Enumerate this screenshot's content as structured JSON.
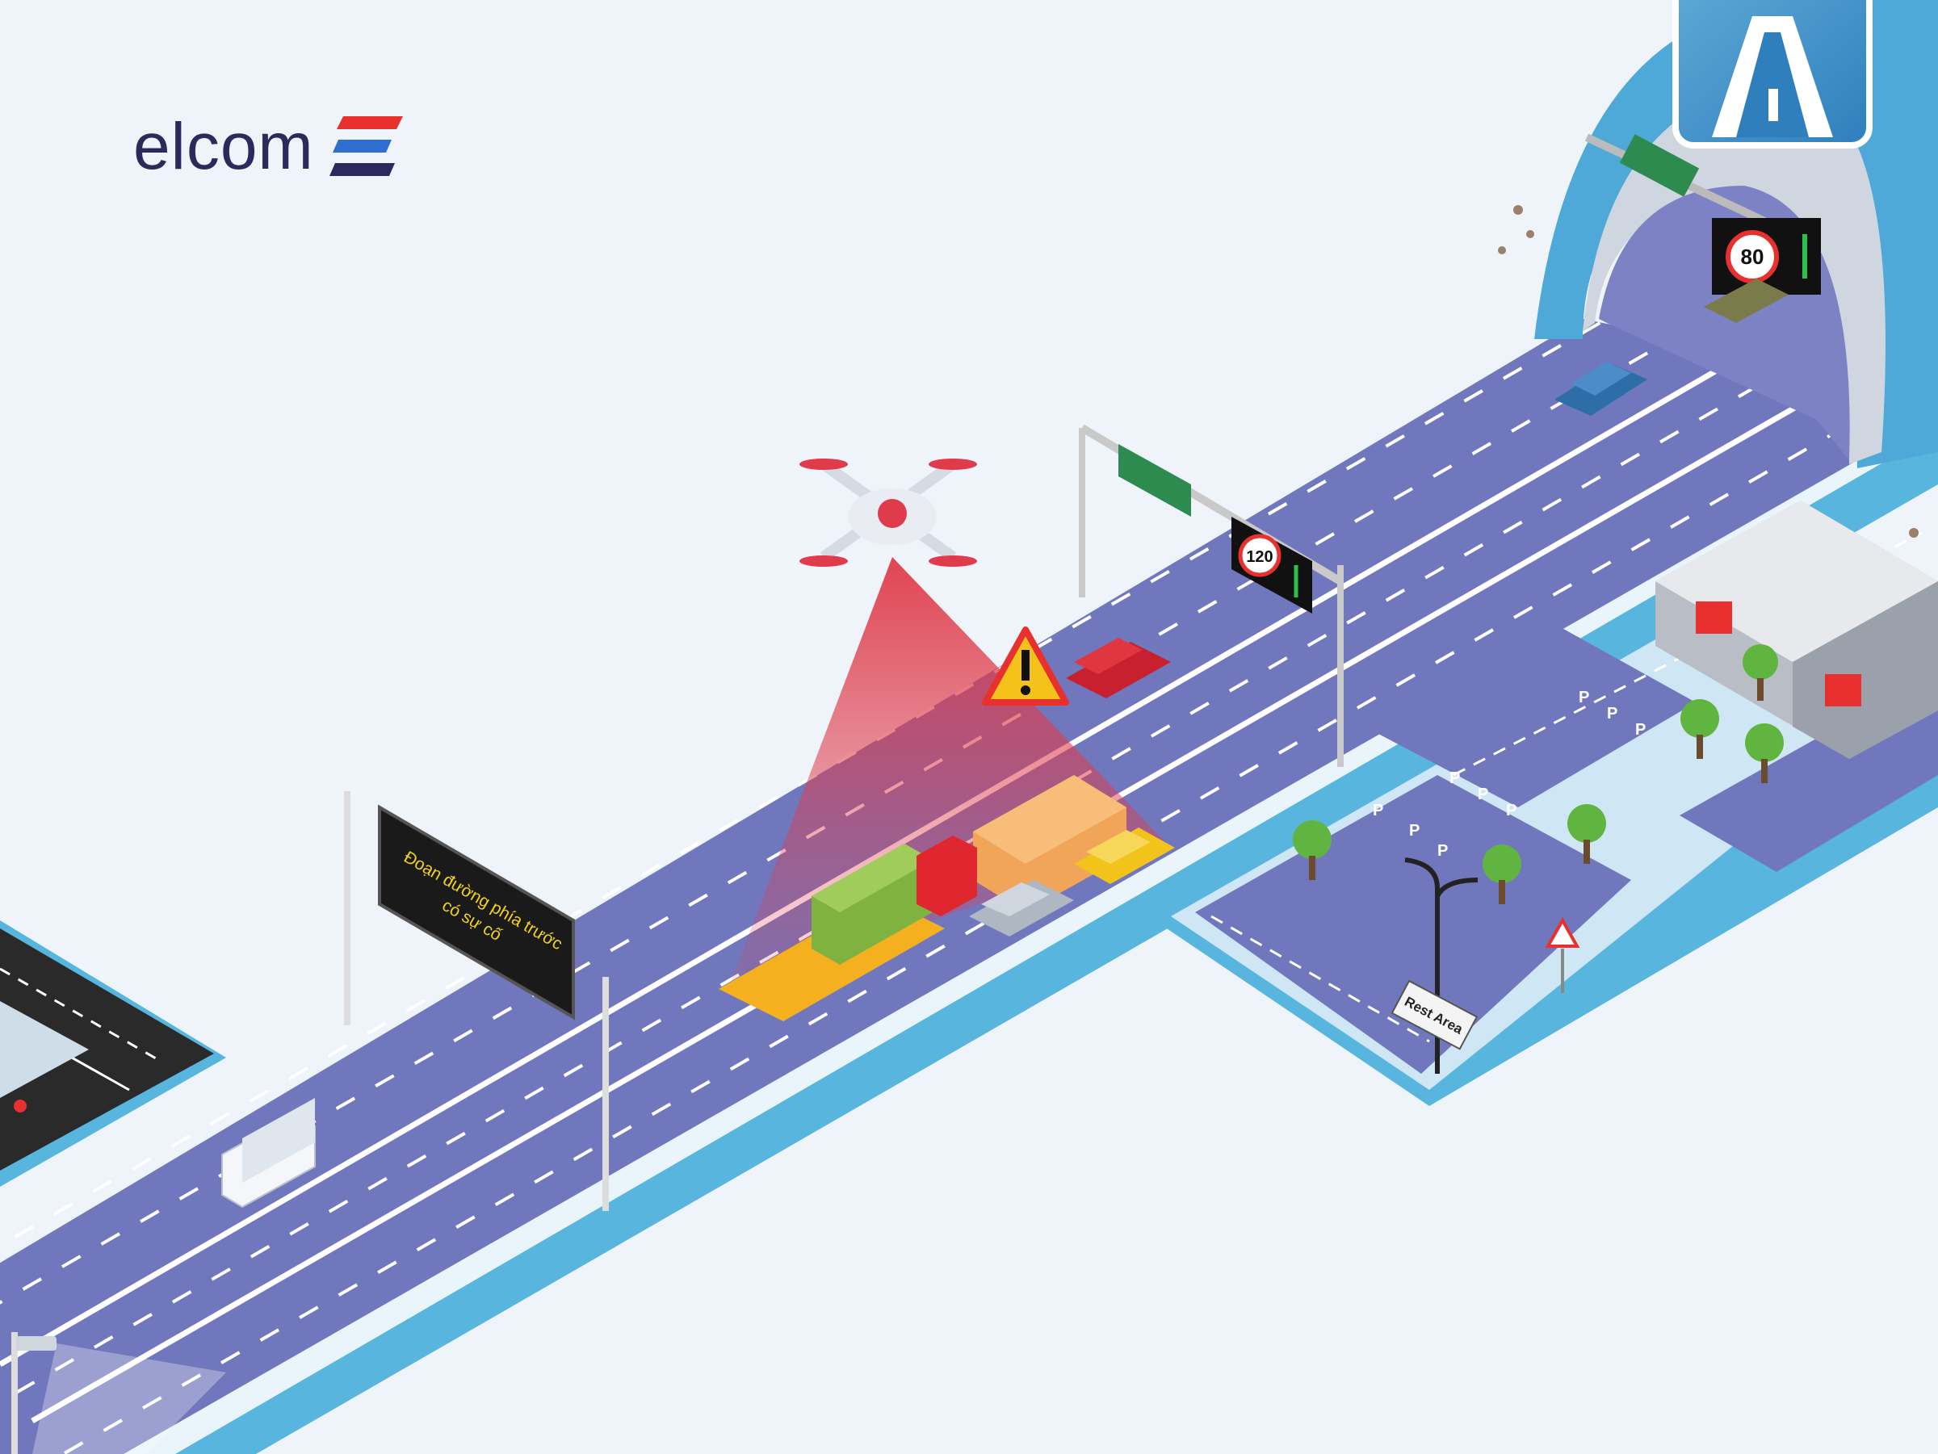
{
  "brand": {
    "name": "elcom",
    "colors": {
      "primary": "#2b2a5c",
      "accent_red": "#e8302e",
      "accent_blue": "#2f6fd1"
    }
  },
  "billboard": {
    "line1": "Đoạn đường phía trước",
    "line2": "có sự cố",
    "text_color": "#f2d21b"
  },
  "speed_signs": [
    {
      "limit": "120"
    },
    {
      "limit": "80"
    }
  ],
  "rest_area_sign": "Rest Area",
  "parking_label": "P",
  "icons": {
    "warning": "warning-triangle-icon",
    "tunnel": "tunnel-road-icon",
    "drone": "drone-icon"
  },
  "colors": {
    "road": "#7177bd",
    "road_edge": "#5bb4df",
    "lane_marking": "#ffffff",
    "background": "#eef4fa",
    "drone_beam": "#e03b4a"
  }
}
